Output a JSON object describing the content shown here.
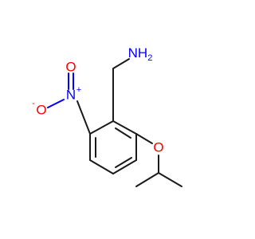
{
  "molecule": {
    "atoms": {
      "nh2": {
        "text": "NH",
        "sub": "2"
      },
      "nitro_n": {
        "text": "N",
        "charge": "+"
      },
      "nitro_o_top": {
        "text": "O"
      },
      "nitro_o_minus": {
        "text": "O",
        "charge": "-"
      },
      "ether_o": {
        "text": "O"
      }
    },
    "colors": {
      "bond": "#1a1a1a",
      "nitrogen": "#0000ff",
      "oxygen": "#ff0000",
      "carbon": "#1a1a1a"
    }
  }
}
